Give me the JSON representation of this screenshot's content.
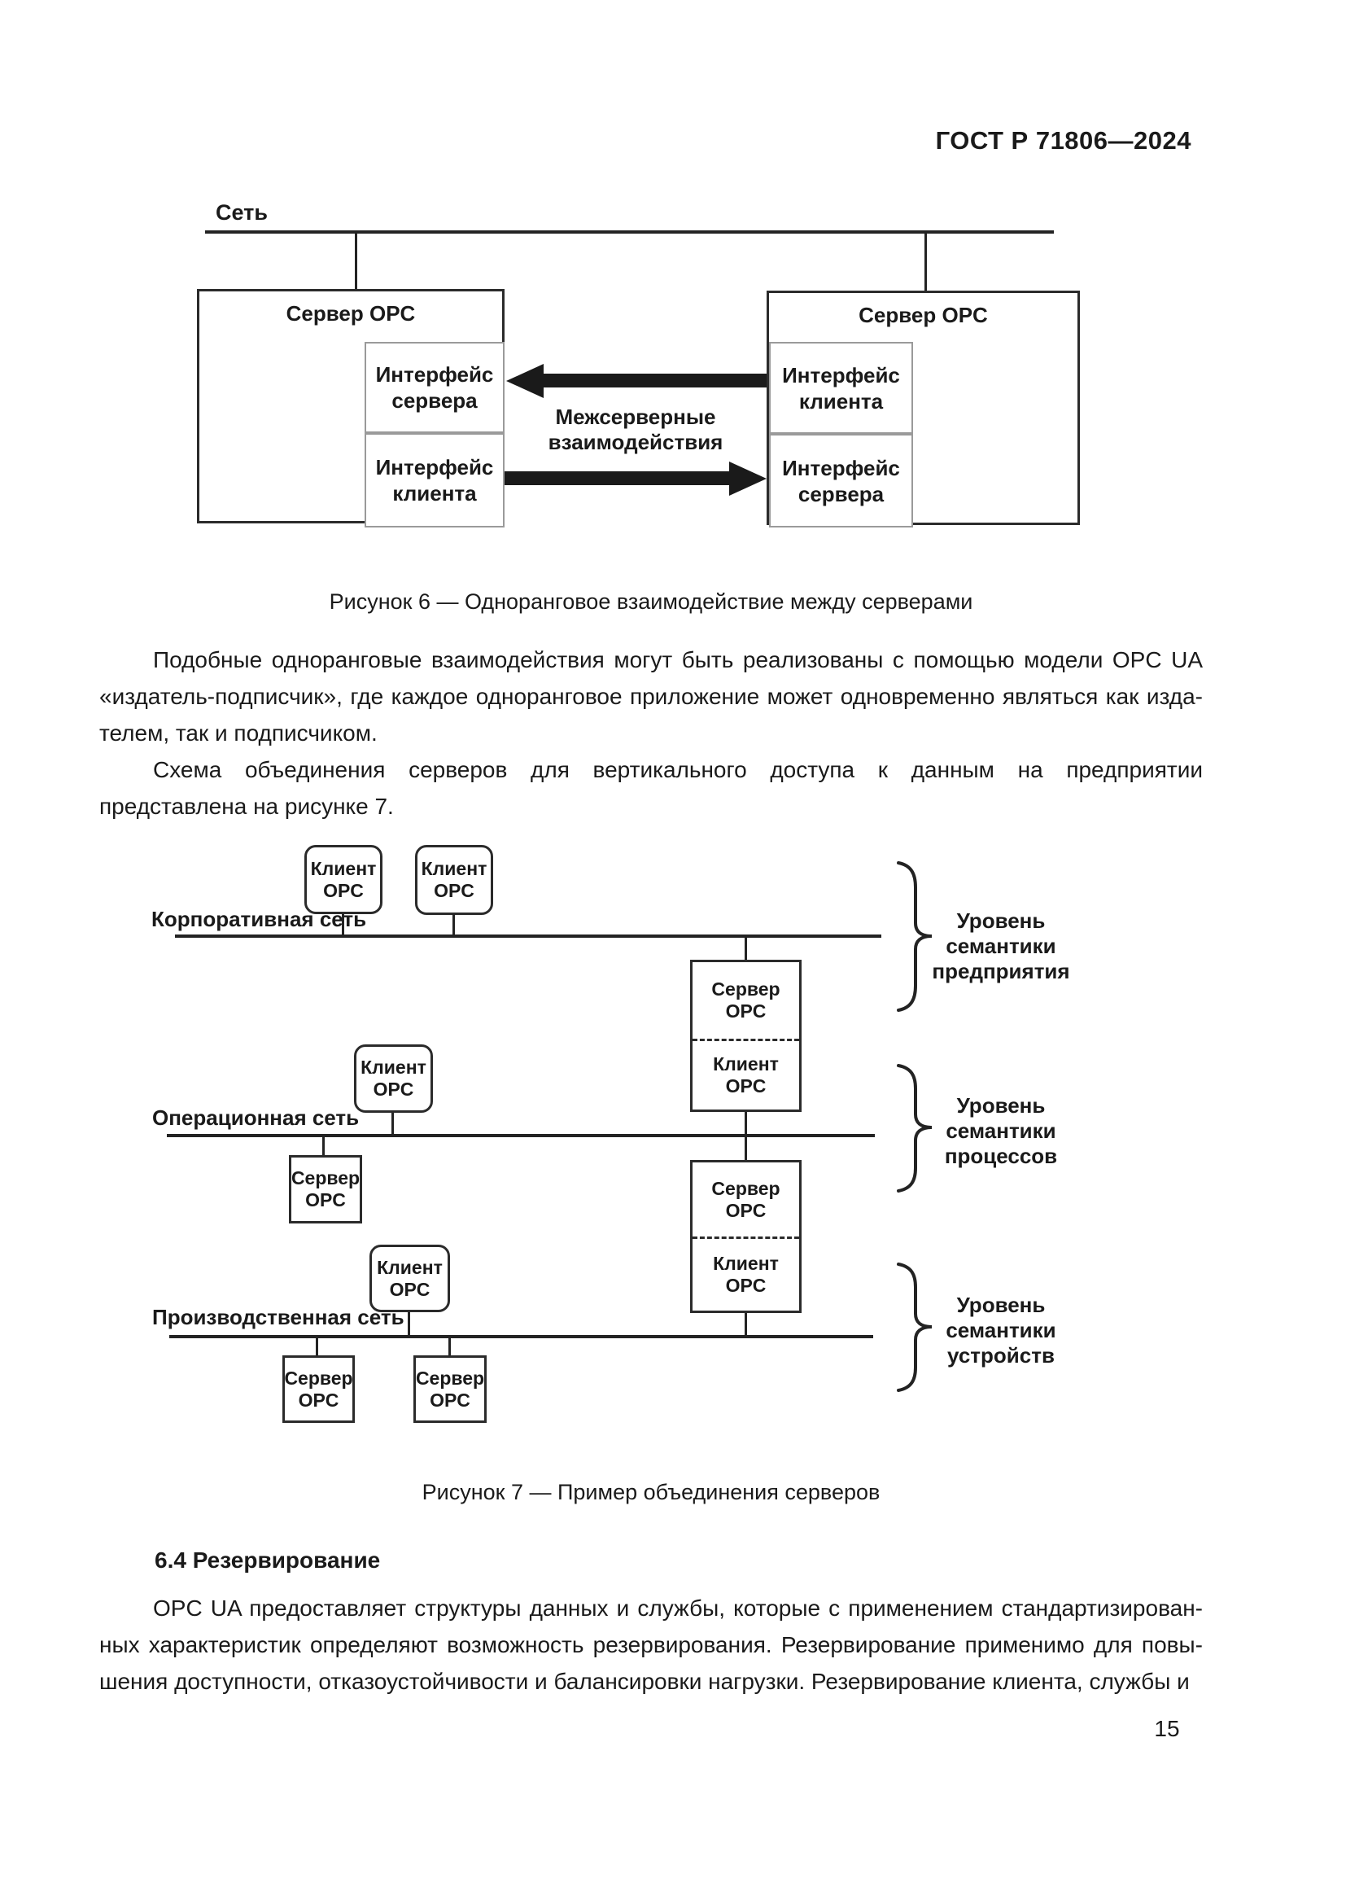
{
  "page": {
    "header_code": "ГОСТ Р 71806—2024",
    "page_number": "15"
  },
  "figure6": {
    "network_label": "Сеть",
    "left_server": {
      "title": "Сервер OPC",
      "top_interface": "Интерфейс сервера",
      "bottom_interface": "Интерфейс клиента"
    },
    "right_server": {
      "title": "Сервер OPC",
      "top_interface": "Интерфейс клиента",
      "bottom_interface": "Интерфейс сервера"
    },
    "arrows_label": "Межсерверные взаимодействия",
    "caption": "Рисунок 6 — Одноранговое взаимодействие между серверами"
  },
  "body": {
    "paragraph1": "Подобные одноранговые взаимодействия могут быть реализованы с помощью модели OPC UA «издатель-подписчик», где каждое одноранговое приложение может одновременно являться как изда­телем, так и подписчиком.",
    "paragraph2": "Схема объединения серверов для вертикального доступа к данным на предприятии представлена на рисунке 7.",
    "section_heading": "6.4 Резервирование",
    "paragraph3": "OPC UA предоставляет структуры данных и службы, которые с применением стандартизирован­ных характеристик определяют возможность резервирования. Резервирование применимо для повы­шения доступности, отказоустойчивости и балансировки нагрузки. Резервирование клиента, службы и"
  },
  "figure7": {
    "caption": "Рисунок 7 — Пример объединения серверов",
    "client_box_label": "Клиент OPC",
    "server_box_label": "Сервер OPC",
    "networks": {
      "corporate": "Корпоративная сеть",
      "operational": "Операционная сеть",
      "production": "Производственная сеть"
    },
    "levels": {
      "enterprise": "Уровень семантики предприятия",
      "process": "Уровень семантики процессов",
      "device": "Уровень семантики устройств"
    }
  }
}
